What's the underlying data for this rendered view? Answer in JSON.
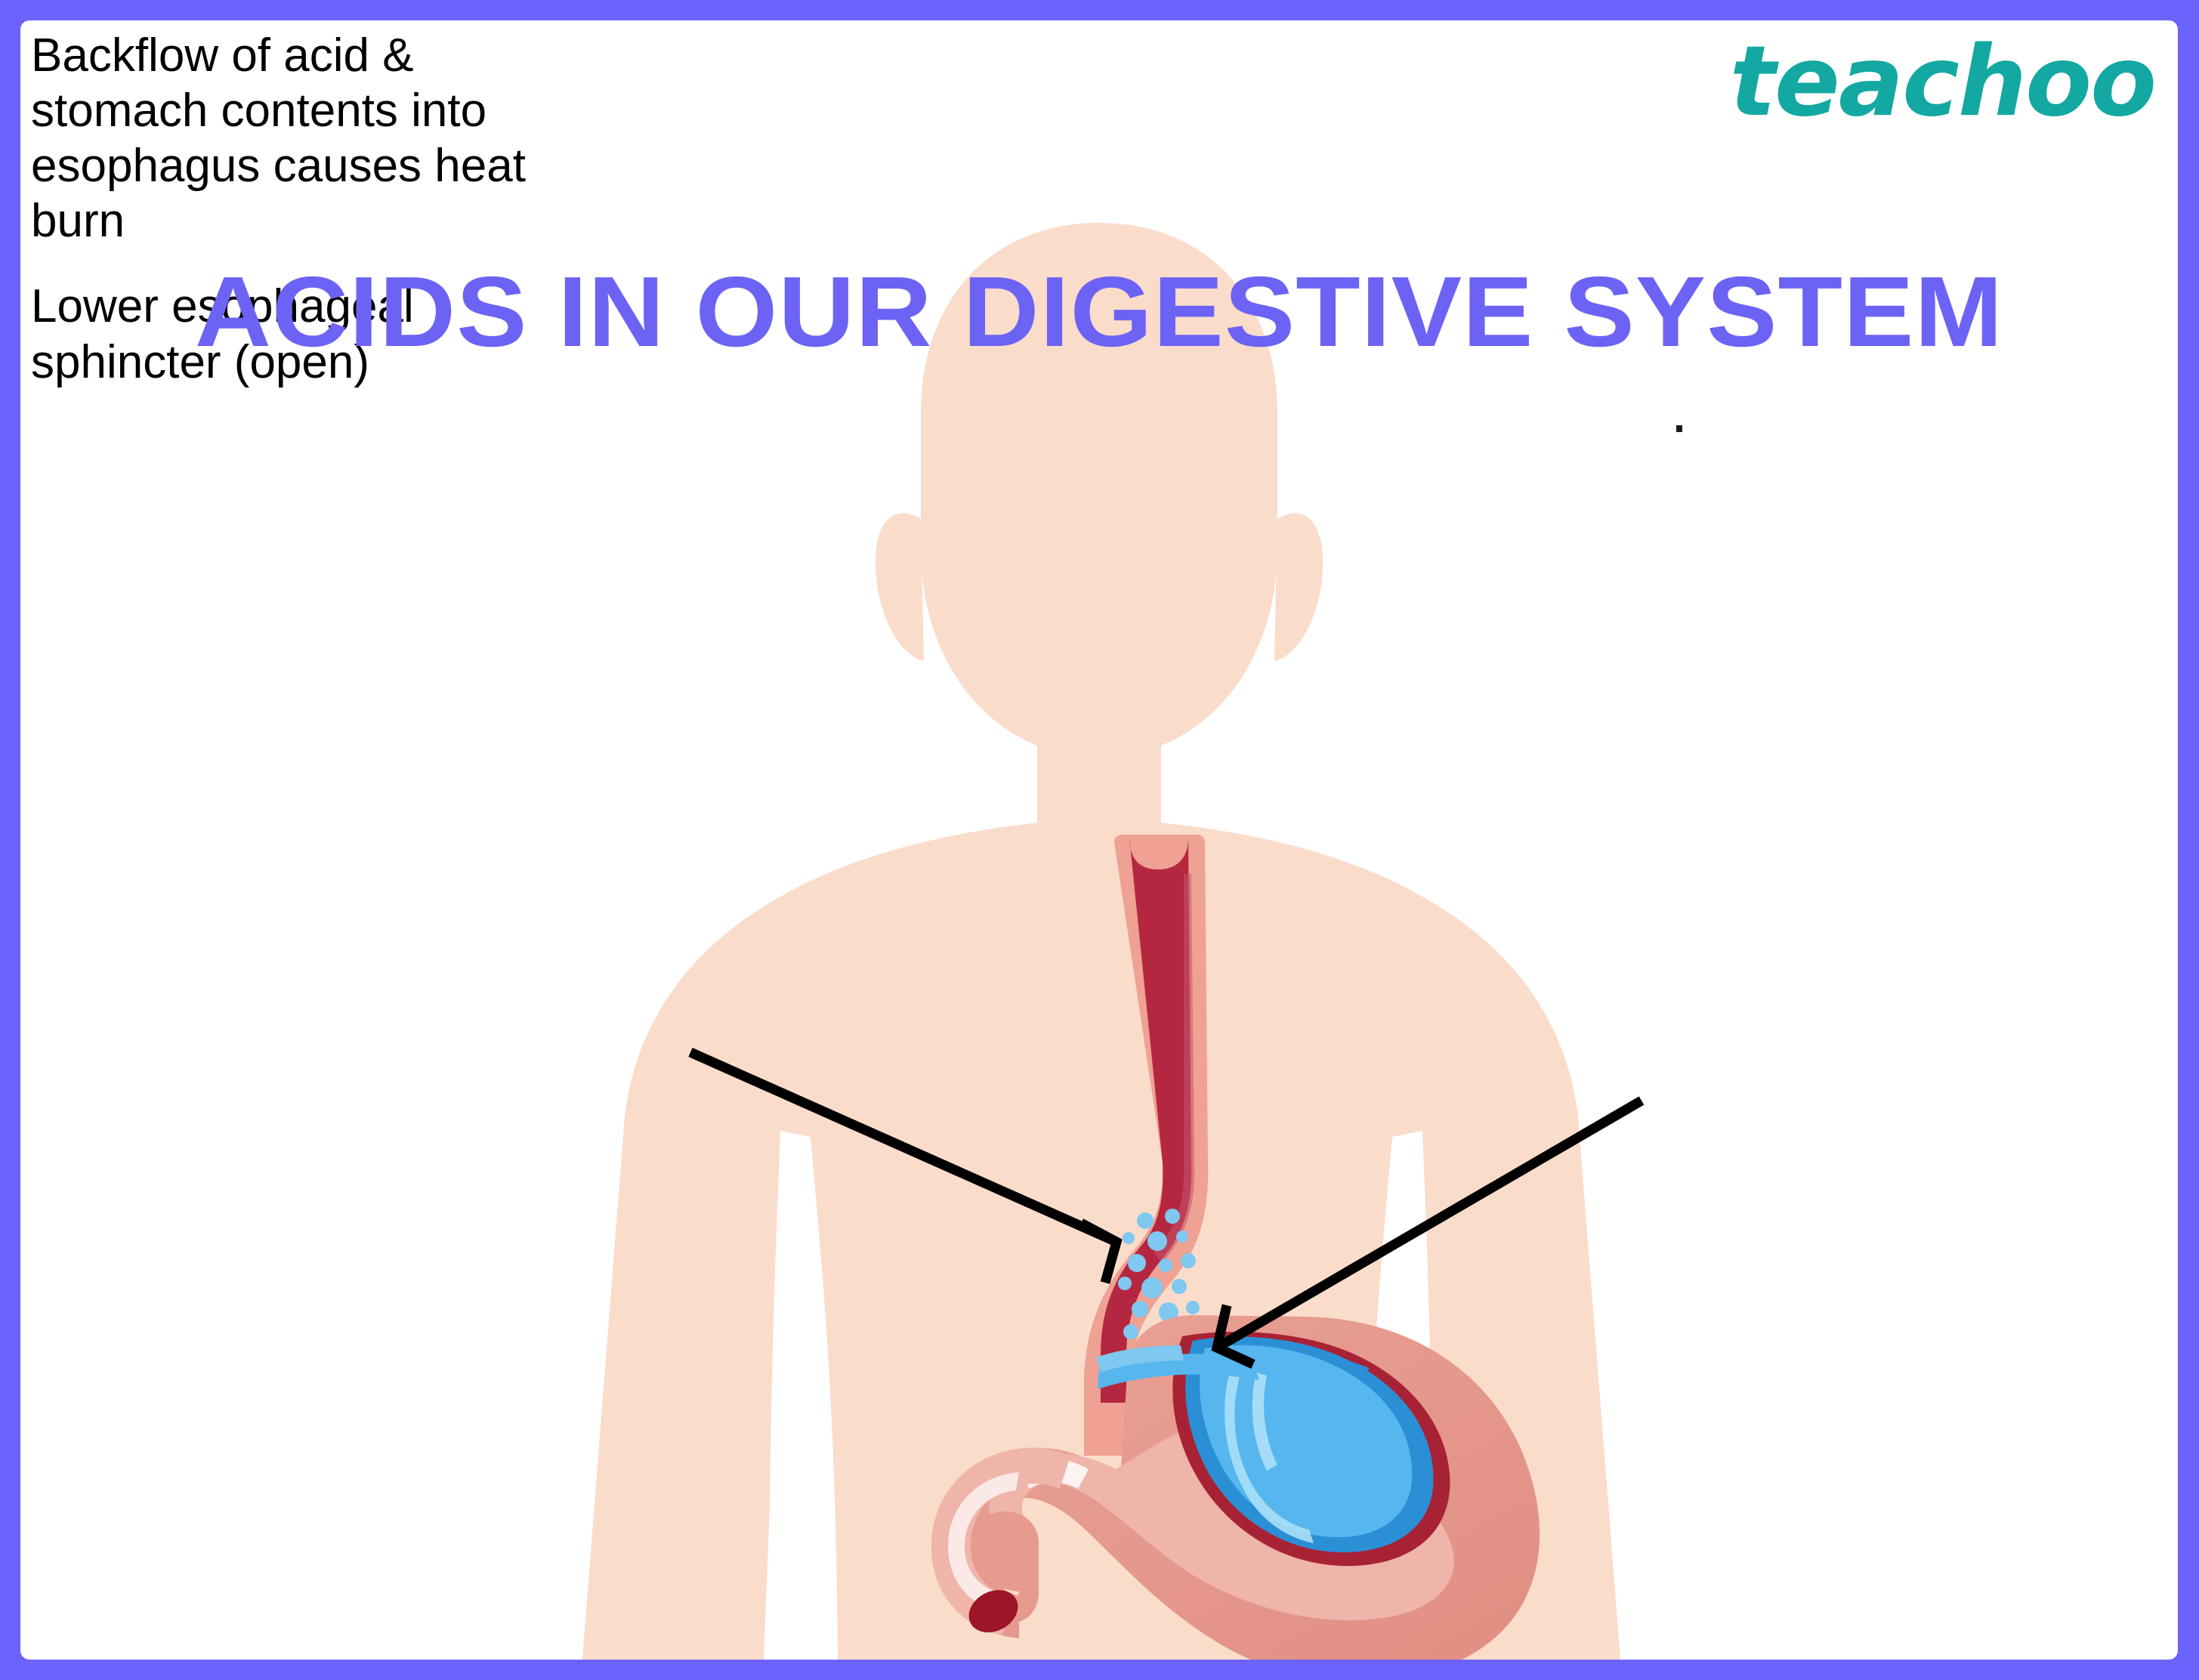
{
  "brand": {
    "name": "teachoo",
    "color": "#13A8A2"
  },
  "page": {
    "title": "ACIDS IN OUR DIGESTIVE SYSTEM",
    "title_color": "#6C63F5",
    "border_color": "#6B63FC",
    "background_color": "#FFFFFF"
  },
  "callouts": {
    "left": {
      "lines": [
        "Backflow of acid",
        "& stomach contents",
        "into esophagus",
        "causes heat burn"
      ],
      "box_color": "#CCCCCC",
      "text_color": "#000000",
      "points_to": "esophagus-acid-reflux"
    },
    "right": {
      "lines": [
        "Lower esophageal",
        "sphincter (open)"
      ],
      "box_color": "#CCCCCC",
      "text_color": "#000000",
      "points_to": "lower-esophageal-sphincter"
    }
  },
  "illustration": {
    "subject": "human-torso-acid-reflux",
    "colors": {
      "skin": "#FADCCB",
      "skin_shadow": "#F6D2BE",
      "esophagus_wall": "#EFA193",
      "esophagus_lumen": "#B52740",
      "stomach_outer": "#E79A8E",
      "stomach_highlight": "#EFB4AA",
      "stomach_inner_lining": "#A82235",
      "acid_dark": "#2B8FD6",
      "acid_light": "#56B6ED",
      "acid_droplet": "#7FC8F0",
      "duodenum_opening": "#9B1428",
      "arrow": "#000000"
    },
    "parts": [
      "head",
      "ears",
      "neck",
      "shoulders",
      "left-arm",
      "right-arm",
      "torso",
      "esophagus",
      "acid-droplets",
      "lower-esophageal-sphincter",
      "stomach",
      "gastric-acid-pool",
      "duodenum"
    ]
  }
}
